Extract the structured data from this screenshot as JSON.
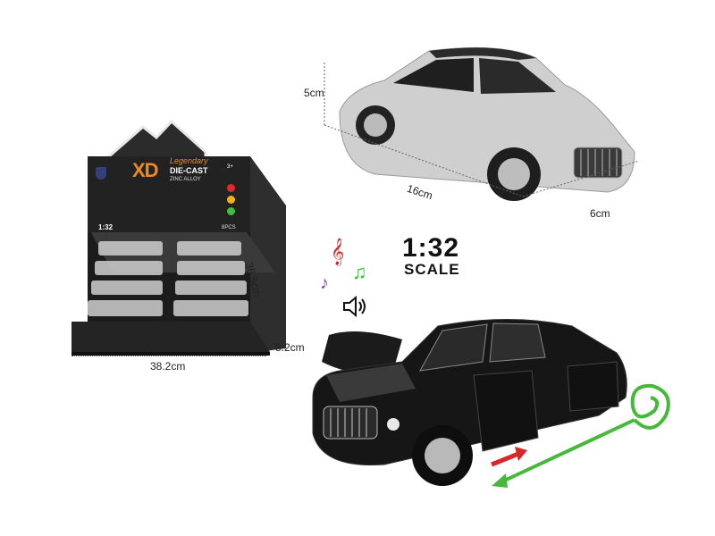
{
  "display_box": {
    "brand": "XD",
    "tagline": "Legendary",
    "line1": "DIE-CAST",
    "line2": "ZINC ALLOY",
    "scale": "1:32",
    "pcs": "8PCS",
    "age": "3+",
    "dims": {
      "width": "38.2cm",
      "depth": "36.5cm",
      "height": "8.2cm"
    }
  },
  "car_silver": {
    "color": "#c9c9c9",
    "dims": {
      "height": "5cm",
      "length": "16cm",
      "width": "6cm"
    }
  },
  "car_black": {
    "color": "#151515"
  },
  "scale_label": {
    "ratio": "1:32",
    "word": "SCALE"
  },
  "features": [
    "music-note-icon",
    "sound-icon",
    "pull-back-arrow"
  ],
  "colors": {
    "red_arrow": "#d9262b",
    "green_arrow": "#46b93a"
  }
}
